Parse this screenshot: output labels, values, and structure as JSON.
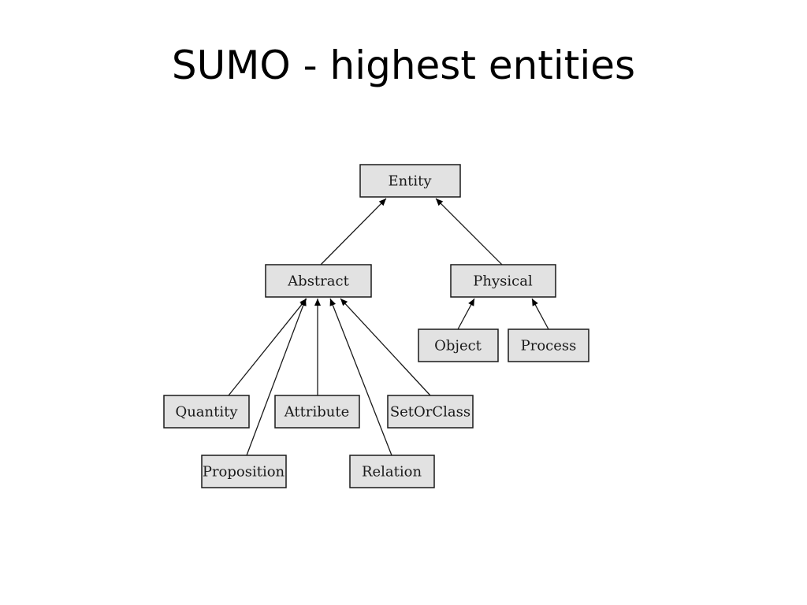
{
  "title": "SUMO - highest entities",
  "diagram": {
    "nodes": {
      "entity": "Entity",
      "abstract": "Abstract",
      "physical": "Physical",
      "object": "Object",
      "process": "Process",
      "quantity": "Quantity",
      "attribute": "Attribute",
      "setorclass": "SetOrClass",
      "proposition": "Proposition",
      "relation": "Relation"
    },
    "edges": [
      {
        "from": "abstract",
        "to": "entity"
      },
      {
        "from": "physical",
        "to": "entity"
      },
      {
        "from": "object",
        "to": "physical"
      },
      {
        "from": "process",
        "to": "physical"
      },
      {
        "from": "quantity",
        "to": "abstract"
      },
      {
        "from": "proposition",
        "to": "abstract"
      },
      {
        "from": "attribute",
        "to": "abstract"
      },
      {
        "from": "relation",
        "to": "abstract"
      },
      {
        "from": "setorclass",
        "to": "abstract"
      }
    ]
  }
}
